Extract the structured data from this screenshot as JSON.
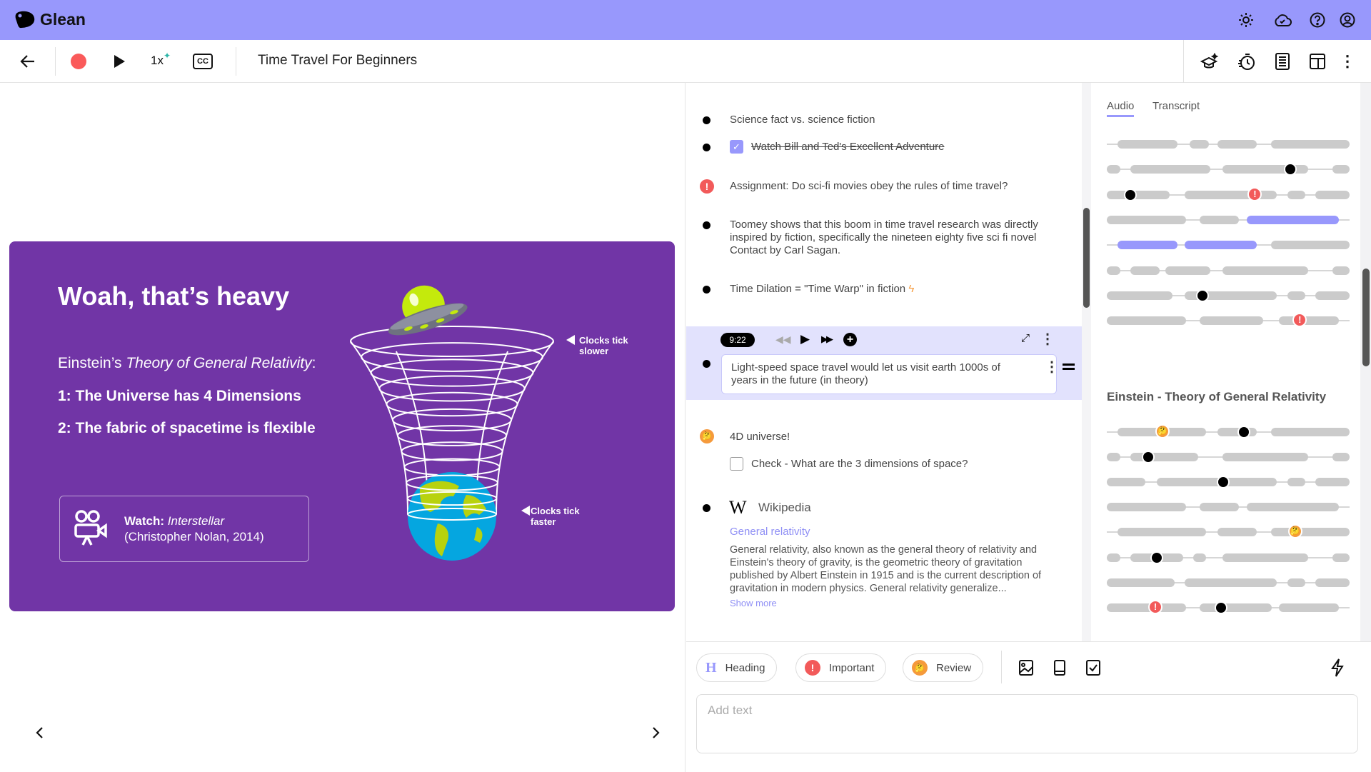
{
  "app": {
    "name": "Glean"
  },
  "header": {
    "icons": [
      "sun-icon",
      "cloud-check-icon",
      "help-icon",
      "account-icon"
    ]
  },
  "toolbar": {
    "speed": "1x",
    "cc": "CC",
    "title": "Time Travel For Beginners"
  },
  "slide": {
    "title": "Woah, that’s heavy",
    "subtitle_prefix": "Einstein’s ",
    "subtitle_italic": "Theory of General Relativity",
    "subtitle_suffix": ":",
    "point1": "1: The Universe has 4 Dimensions",
    "point2": "2: The fabric of spacetime is flexible",
    "watch_label": "Watch:",
    "watch_title": "Interstellar",
    "watch_detail": "(Christopher Nolan, 2014)",
    "label_slower_1": "Clocks tick",
    "label_slower_2": "slower",
    "label_faster_1": "Clocks tick",
    "label_faster_2": "faster"
  },
  "notes": {
    "items": [
      {
        "text": "Science fact vs. science fiction"
      },
      {
        "text": "Watch Bill and Ted's Excellent Adventure",
        "checked": true
      },
      {
        "text": "Assignment: Do sci-fi movies obey the rules of time travel?"
      },
      {
        "text": "Toomey shows that this boom in time travel research was directly inspired by fiction, specifically the nineteen eighty five sci fi novel Contact by Carl Sagan."
      },
      {
        "text": "Time Dilation = \"Time Warp\" in fiction"
      }
    ],
    "active": {
      "timestamp": "9:22",
      "text": "Light-speed space travel would let us visit earth 1000s of years in the future (in theory)"
    },
    "review_item": "4D universe!",
    "check_item": "Check - What are the 3 dimensions of space?",
    "wiki": {
      "source": "Wikipedia",
      "link": "General relativity",
      "body": "General relativity, also known as the general theory of relativity and Einstein's theory of gravity, is the geometric theory of gravitation published by Albert Einstein in 1915 and is the current description of gravitation in modern physics. General relativity generalize...",
      "show_more": "Show more"
    }
  },
  "right_panel": {
    "tabs": [
      "Audio",
      "Transcript"
    ],
    "active_tab": "Audio",
    "section_heading": "Einstein - Theory of General Relativity"
  },
  "composer": {
    "chips": [
      "Heading",
      "Important",
      "Review"
    ],
    "placeholder": "Add text"
  },
  "colors": {
    "accent": "#9898fc",
    "slide": "#7135a6",
    "important": "#f25a5a",
    "review": "#f59a3c"
  }
}
